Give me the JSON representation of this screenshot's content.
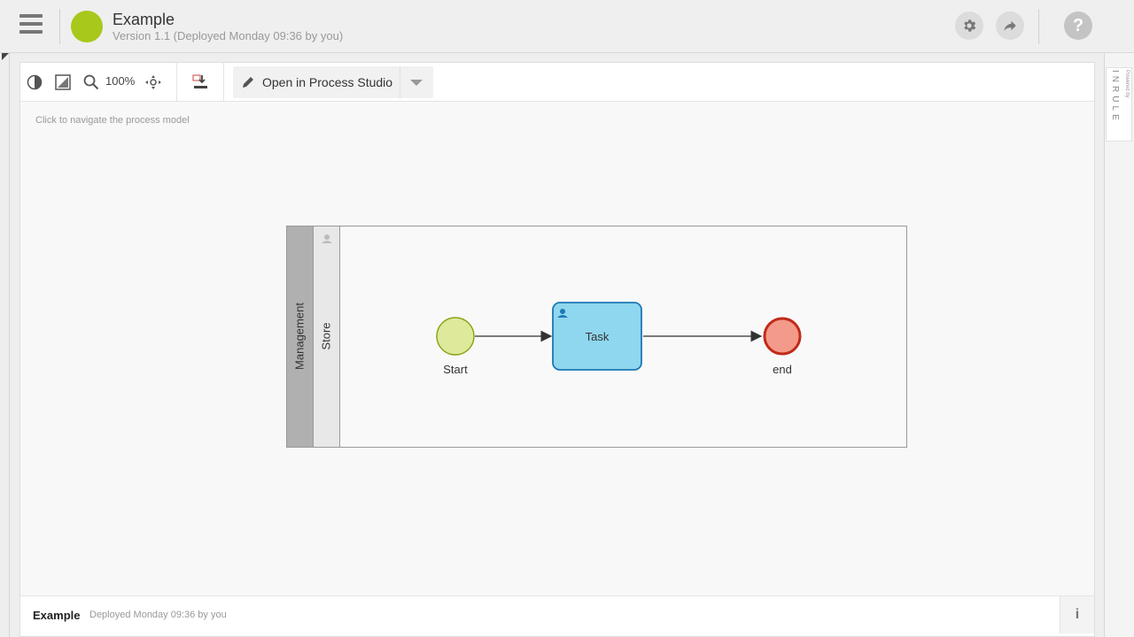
{
  "header": {
    "title": "Example",
    "subtitle": "Version 1.1 (Deployed Monday 09:36 by you)",
    "status_color": "#a8c81c",
    "menu_icon": "hamburger-menu-icon",
    "settings_icon": "gear-icon",
    "share_icon": "share-arrow-icon",
    "help_label": "?"
  },
  "branding": {
    "powered_by": "Powered by",
    "brand": "INRULE"
  },
  "toolbar": {
    "contrast_icon": "contrast-icon",
    "fit_icon": "fit-to-screen-icon",
    "zoom_icon": "magnifier-icon",
    "zoom_level": "100%",
    "pan_icon": "pan-arrows-icon",
    "download_icon": "download-image-icon",
    "open_studio_label": "Open in Process Studio",
    "edit_icon": "pencil-icon",
    "dropdown_icon": "chevron-down-icon"
  },
  "canvas": {
    "hint": "Click to navigate the process model"
  },
  "diagram": {
    "pool": "Management",
    "lane": "Store",
    "start_label": "Start",
    "task_label": "Task",
    "end_label": "end",
    "colors": {
      "start_fill": "#dfe99b",
      "start_stroke": "#8aa51c",
      "task_fill": "#8fd7ee",
      "task_stroke": "#1d78b4",
      "end_fill": "#f49a8a",
      "end_stroke": "#c02b1a"
    }
  },
  "footer": {
    "title": "Example",
    "meta": "Deployed Monday 09:36 by you",
    "info_label": "i"
  }
}
